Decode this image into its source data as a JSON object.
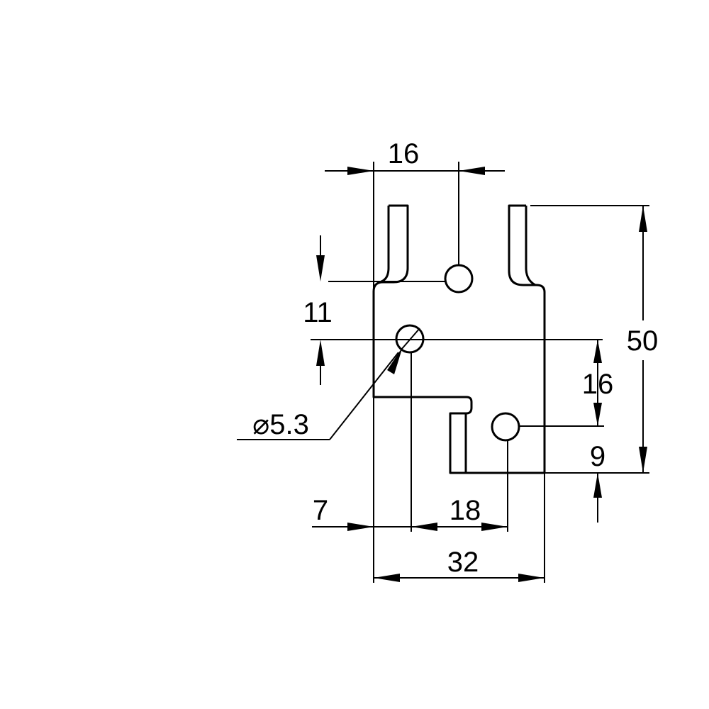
{
  "dimensions": {
    "top_width": "16",
    "top_offset": "11",
    "right_height": "50",
    "right_middle": "16",
    "right_bottom": "9",
    "bottom_left": "7",
    "bottom_middle": "18",
    "bottom_total": "32",
    "hole_diameter": "⌀5.3"
  },
  "colors": {
    "ink": "#000000",
    "paper": "#ffffff"
  }
}
